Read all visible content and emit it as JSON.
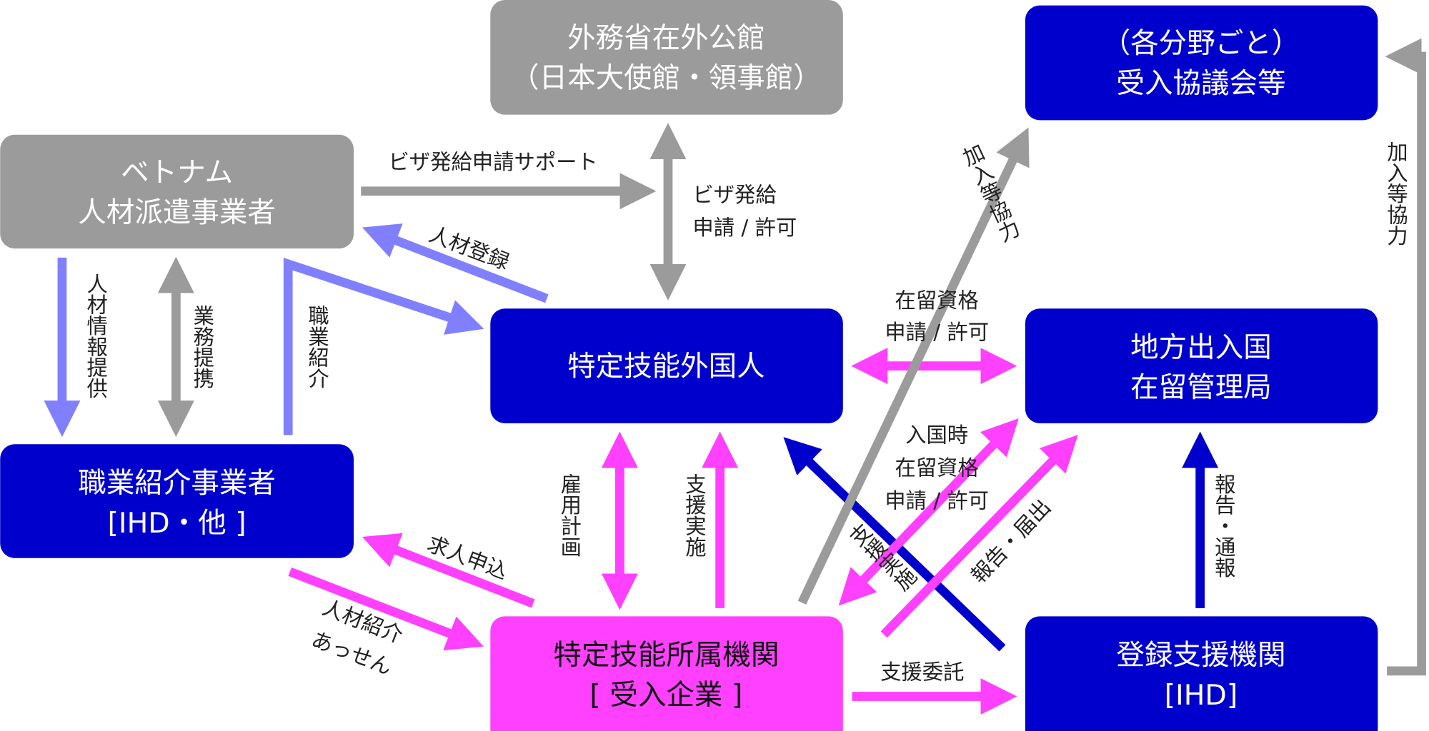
{
  "colors": {
    "gray": "#9b9b9b",
    "blue": "#0000cc",
    "pink": "#ff40ff",
    "light_blue": "#8080ff"
  },
  "nodes": {
    "embassy": [
      "外務省在外公館",
      "（日本大使館・領事館）"
    ],
    "council": [
      "（各分野ごと）",
      "受入協議会等"
    ],
    "vietnam_agency": [
      "ベトナム",
      "人材派遣事業者"
    ],
    "foreign_worker": [
      "特定技能外国人"
    ],
    "immigration": [
      "地方出入国",
      "在留管理局"
    ],
    "placement_agency": [
      "職業紹介事業者",
      "[IHD・他 ]"
    ],
    "host_org": [
      "特定技能所属機関",
      "[ 受入企業 ]"
    ],
    "support_org": [
      "登録支援機関",
      "[IHD]"
    ]
  },
  "labels": {
    "visa_support": "ビザ発給申請サポート",
    "visa_issue": [
      "ビザ発給",
      "申請 / 許可"
    ],
    "registration": "人材登録",
    "info_provision": "人材情報提供",
    "partnership": "業務提携",
    "job_referral": "職業紹介",
    "join_coop_diag": "加入等協力",
    "residence_apply": [
      "在留資格",
      "申請 / 許可"
    ],
    "entry_apply": [
      "入国時",
      "在留資格",
      "申請 / 許可"
    ],
    "support_impl_diag": "支援実施",
    "report_notify_diag": "報告・届出",
    "employment_plan": "雇用計画",
    "support_impl": "支援実施",
    "job_offer": "求人申込",
    "referral": [
      "人材紹介",
      "あっせん"
    ],
    "support_entrust": "支援委託",
    "report": "報告・通報",
    "join_coop": "加入等協力"
  }
}
